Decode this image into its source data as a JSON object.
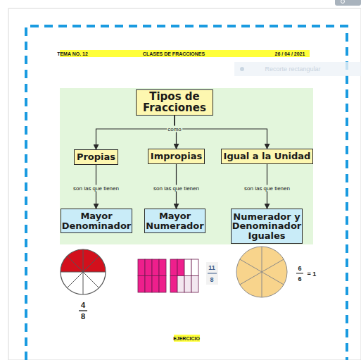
{
  "diagram": {
    "title": "CLASES DE FRACCIONES",
    "nodes": [
      {
        "text": [
          "Tipos de Fracciones"
        ]
      },
      {
        "text": [
          "Propias"
        ]
      },
      {
        "text": [
          "Impropias"
        ]
      },
      {
        "text": [
          "Igual a la Unidad"
        ]
      },
      {
        "text": [
          "Mayor Denominador"
        ]
      },
      {
        "text": [
          "Mayor Numerador"
        ]
      },
      {
        "text": [
          "Numerador y Denominador Iguales"
        ]
      }
    ],
    "edges": [
      {
        "from": 0,
        "to": 1,
        "arrow": "to"
      },
      {
        "from": 0,
        "to": 2,
        "label": "como",
        "arrow": "to"
      },
      {
        "from": 0,
        "to": 3,
        "arrow": "to"
      },
      {
        "from": 1,
        "to": 4,
        "label": "son las que tienen",
        "arrow": "to"
      },
      {
        "from": 2,
        "to": 5,
        "label": "son las que tienen",
        "arrow": "to"
      },
      {
        "from": 3,
        "to": 6,
        "label": "son las que tienen",
        "arrow": "to"
      }
    ],
    "labels": [
      "TEMA NO. 12",
      "26 / 04 / 2021",
      "Recorte rectangular",
      "4",
      "8",
      "11",
      "8",
      "6",
      "6",
      "= 1",
      "EJERCICIO"
    ]
  }
}
